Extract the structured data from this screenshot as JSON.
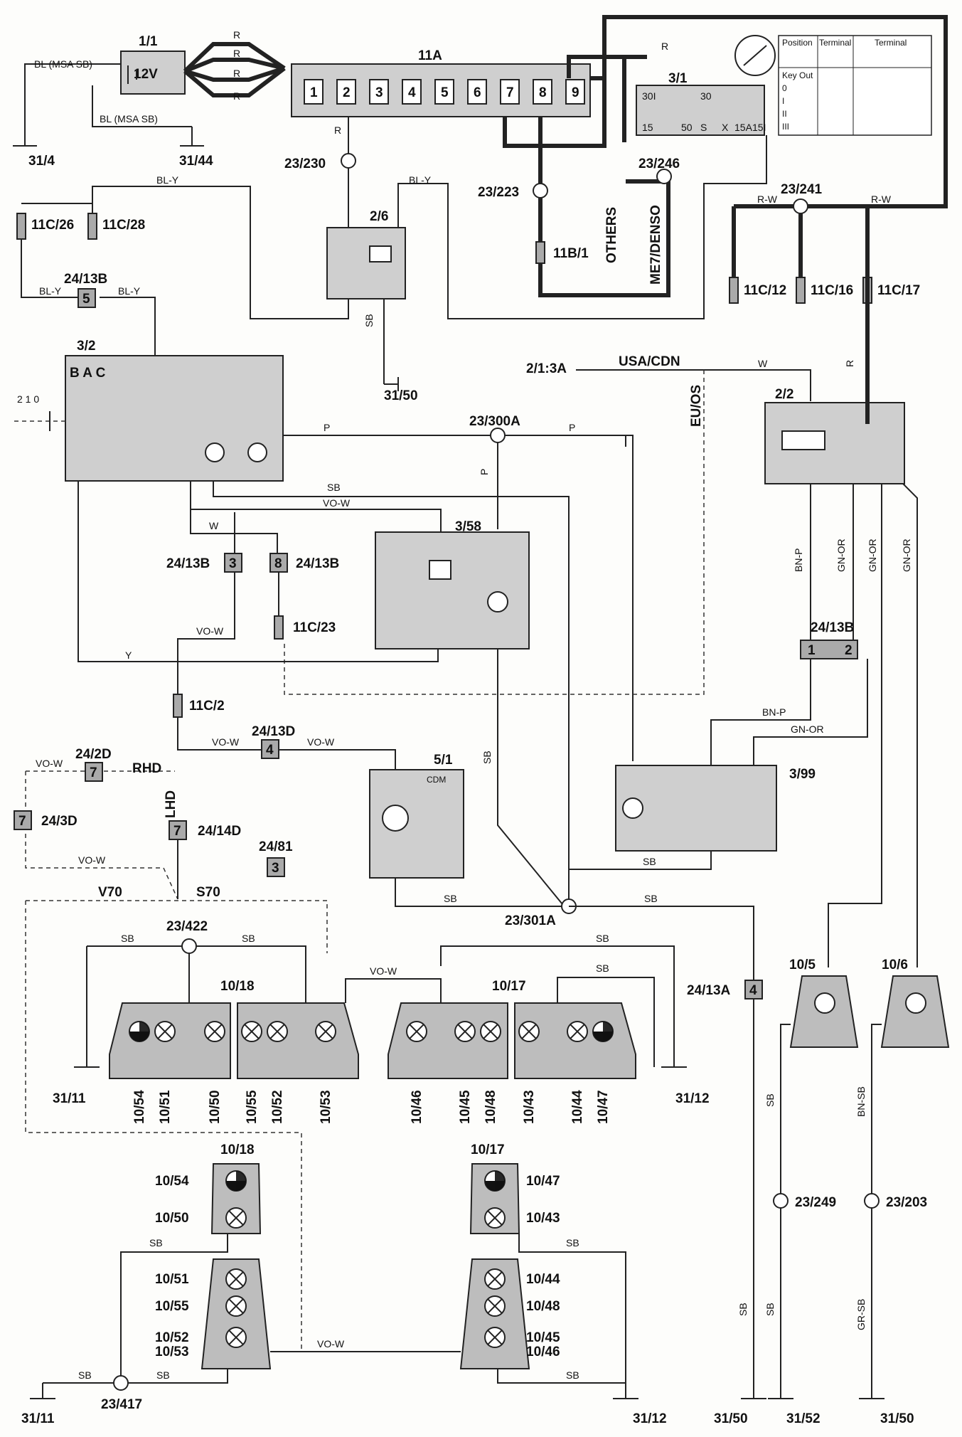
{
  "labels": {
    "battery": "1/1",
    "battery_voltage": "12V",
    "wire_r": "R",
    "bl_msa": "BL (MSA SB)",
    "g31_4": "31/4",
    "g31_44": "31/44",
    "fusebox": "11A",
    "ign": "3/1",
    "s23_230": "23/230",
    "s23_223": "23/223",
    "s23_246": "23/246",
    "s23_241": "23/241",
    "f11b1": "11B/1",
    "others": "OTHERS",
    "me7": "ME7/DENSO",
    "bl_y": "BL-Y",
    "r_w": "R-W",
    "f11c26": "11C/26",
    "f11c28": "11C/28",
    "c24_13b": "24/13B",
    "relay26": "2/6",
    "sb": "SB",
    "g31_50": "31/50",
    "sw32": "3/2",
    "p": "P",
    "s23_300a": "23/300A",
    "a213": "2/1:3A",
    "usa": "USA/CDN",
    "w": "W",
    "euos": "EU/OS",
    "relay22": "2/2",
    "bn_p": "BN-P",
    "gn_or": "GN-OR",
    "sw399": "3/99",
    "m358": "3/58",
    "vo_w": "VO-W",
    "f11c23": "11C/23",
    "y": "Y",
    "f11c2": "11C/2",
    "c24_13d": "24/13D",
    "cdm": "5/1",
    "cdm_text": "CDM",
    "s23_301a": "23/301A",
    "c24_13a": "24/13A",
    "c24_2d": "24/2D",
    "rhd": "RHD",
    "c24_3d": "24/3D",
    "lhd": "LHD",
    "c24_14d": "24/14D",
    "c24_81": "24/81",
    "v70": "V70",
    "s70": "S70",
    "t1018": "10/18",
    "t1017": "10/17",
    "s23_422": "23/422",
    "g31_11": "31/11",
    "g31_12": "31/12",
    "l105": "10/5",
    "l106": "10/6",
    "bn_sb": "BN-SB",
    "gr_sb": "GR-SB",
    "s23_249": "23/249",
    "s23_203": "23/203",
    "s23_417": "23/417",
    "g31_52": "31/52"
  },
  "fuses_11a": [
    "1",
    "2",
    "3",
    "4",
    "5",
    "6",
    "7",
    "8",
    "9"
  ],
  "fuses_11c": [
    "11C/12",
    "11C/16",
    "11C/17"
  ],
  "table": {
    "header_position": "Position",
    "header_terminal": "Terminal",
    "rows": [
      "Key Out",
      "0",
      "I",
      "II",
      "III"
    ]
  },
  "lamps_row1": [
    {
      "label": "10/54",
      "type": "dark"
    },
    {
      "label": "10/51",
      "type": "x"
    },
    {
      "label": "10/50",
      "type": "x"
    },
    {
      "label": "10/55",
      "type": "x"
    },
    {
      "label": "10/52",
      "type": "x"
    },
    {
      "label": "10/53",
      "type": "x"
    },
    {
      "label": "10/46",
      "type": "x"
    },
    {
      "label": "10/45",
      "type": "x"
    },
    {
      "label": "10/48",
      "type": "x"
    },
    {
      "label": "10/43",
      "type": "x"
    },
    {
      "label": "10/44",
      "type": "x"
    },
    {
      "label": "10/47",
      "type": "dark"
    }
  ],
  "lamps_s70_left": [
    {
      "label": "10/54",
      "type": "dark"
    },
    {
      "label": "10/50",
      "type": "x"
    },
    {
      "label": "10/51",
      "type": "x"
    },
    {
      "label": "10/55",
      "type": "x"
    },
    {
      "label": "10/52",
      "type": "x"
    },
    {
      "label": "10/53",
      "type": "x"
    }
  ],
  "lamps_s70_right": [
    {
      "label": "10/47",
      "type": "dark"
    },
    {
      "label": "10/43",
      "type": "x"
    },
    {
      "label": "10/44",
      "type": "x"
    },
    {
      "label": "10/48",
      "type": "x"
    },
    {
      "label": "10/45",
      "type": "x"
    },
    {
      "label": "10/46",
      "type": "x"
    }
  ]
}
